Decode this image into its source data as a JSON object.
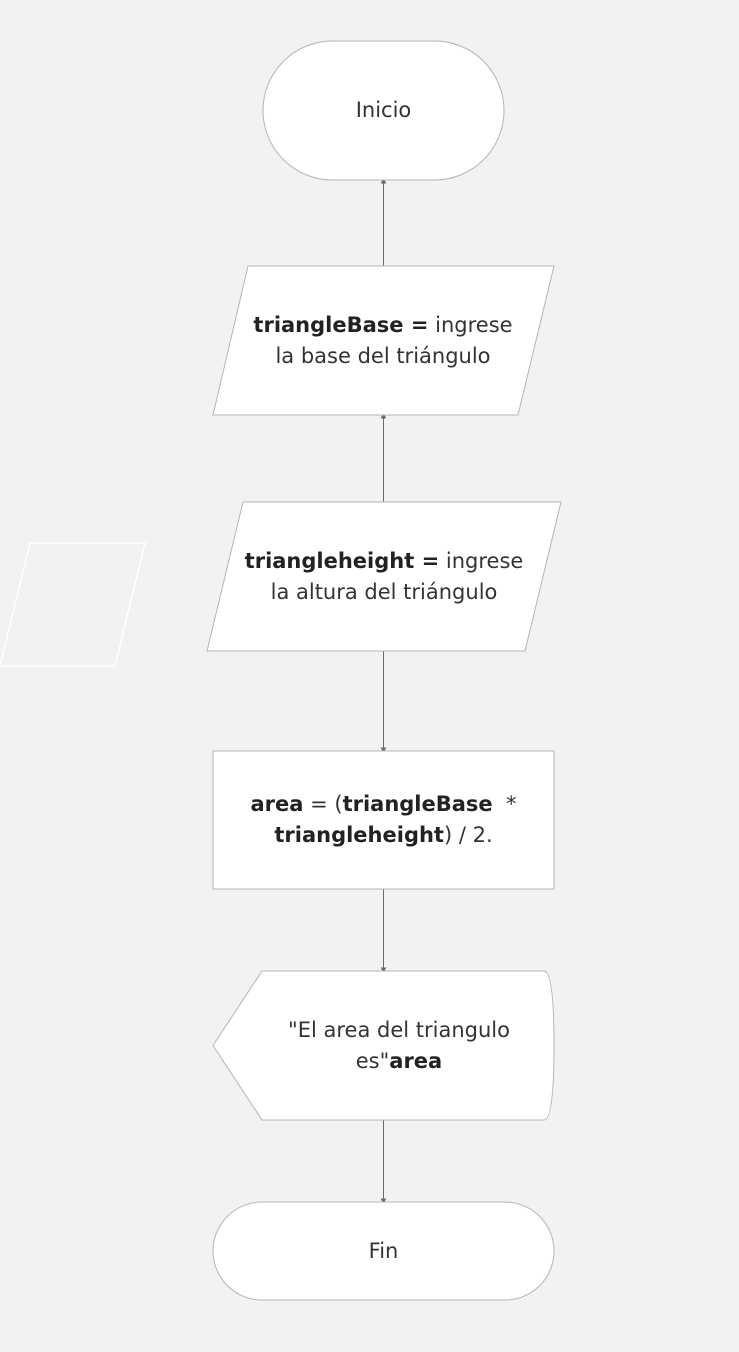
{
  "flowchart": {
    "start": {
      "label": "Inicio"
    },
    "input_base": {
      "variable": "triangleBase =",
      "prompt_1": "ingrese",
      "prompt_2": "la base del triángulo"
    },
    "input_height": {
      "variable": "triangleheight =",
      "prompt_1": "ingrese",
      "prompt_2": "la altura del triángulo"
    },
    "process": {
      "target": "area",
      "eq": " = (",
      "operand_1": "triangleBase",
      "op": "  *",
      "operand_2": "triangleheight",
      "tail": ") / 2."
    },
    "display": {
      "text_1": "\"El area del triangulo",
      "text_2": "es\"",
      "variable": "area"
    },
    "end": {
      "label": "Fin"
    }
  },
  "colors": {
    "background": "#f2f2f2",
    "shape_fill": "#ffffff",
    "shape_stroke": "#b5b5b5",
    "connector": "#6b6b6b",
    "text": "#333333"
  }
}
